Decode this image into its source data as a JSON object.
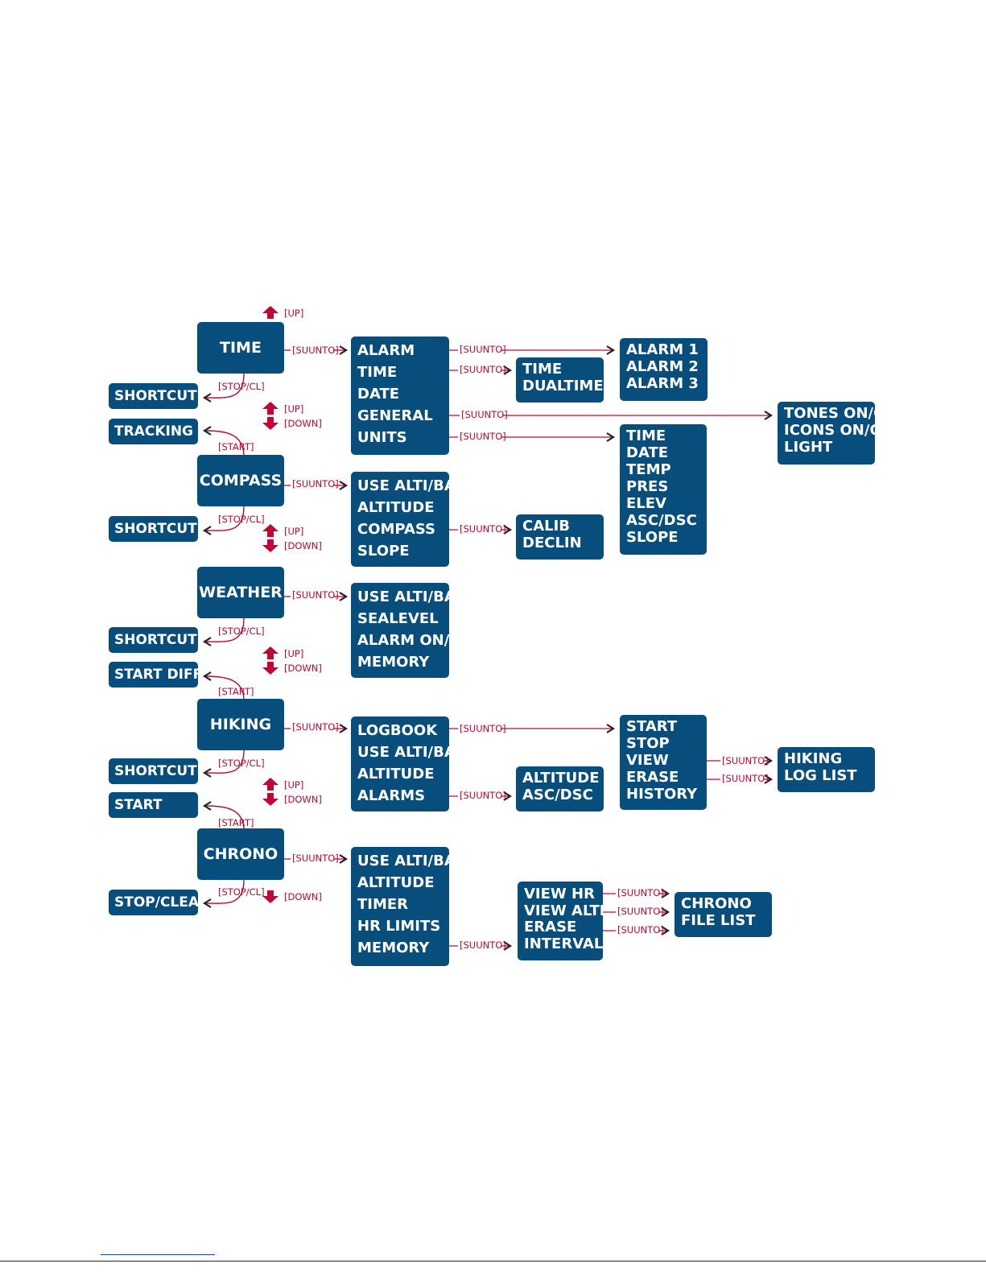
{
  "modes": [
    {
      "id": "time",
      "label": "TIME"
    },
    {
      "id": "compass",
      "label": "COMPASS"
    },
    {
      "id": "weather",
      "label": "WEATHER"
    },
    {
      "id": "hiking",
      "label": "HIKING"
    },
    {
      "id": "chrono",
      "label": "CHRONO"
    }
  ],
  "side_actions": [
    {
      "id": "time-shortcuts",
      "label": "SHORTCUTS"
    },
    {
      "id": "tracking",
      "label": "TRACKING"
    },
    {
      "id": "compass-shortcuts",
      "label": "SHORTCUTS"
    },
    {
      "id": "weather-shortcuts",
      "label": "SHORTCUTS"
    },
    {
      "id": "start-differ",
      "label": "START DIFFER"
    },
    {
      "id": "hiking-shortcuts",
      "label": "SHORTCUTS"
    },
    {
      "id": "hiking-start",
      "label": "START"
    },
    {
      "id": "stop-clear",
      "label": "STOP/CLEAR"
    }
  ],
  "menus": [
    {
      "id": "time-menu",
      "items": [
        "ALARM",
        "TIME",
        "DATE",
        "GENERAL",
        "UNITS"
      ]
    },
    {
      "id": "alarm-submenu",
      "items": [
        "ALARM 1",
        "ALARM 2",
        "ALARM 3"
      ]
    },
    {
      "id": "time-submenu",
      "items": [
        "TIME",
        "DUALTIME"
      ]
    },
    {
      "id": "general-submenu",
      "items": [
        "TONES ON/OFF",
        "ICONS ON/OFF",
        "LIGHT"
      ]
    },
    {
      "id": "units-submenu",
      "items": [
        "TIME",
        "DATE",
        "TEMP",
        "PRES",
        "ELEV",
        "ASC/DSC",
        "SLOPE"
      ]
    },
    {
      "id": "compass-menu",
      "items": [
        "USE ALTI/BARO",
        "ALTITUDE",
        "COMPASS",
        "SLOPE"
      ]
    },
    {
      "id": "compass-submenu",
      "items": [
        "CALIB",
        "DECLIN"
      ]
    },
    {
      "id": "weather-menu",
      "items": [
        "USE ALTI/BARO",
        "SEALEVEL",
        "ALARM ON/OFF",
        "MEMORY"
      ]
    },
    {
      "id": "hiking-menu",
      "items": [
        "LOGBOOK",
        "USE ALTI/BARO",
        "ALTITUDE",
        "ALARMS"
      ]
    },
    {
      "id": "logbook-submenu",
      "items": [
        "START",
        "STOP",
        "VIEW",
        "ERASE",
        "HISTORY"
      ]
    },
    {
      "id": "alarms-submenu",
      "items": [
        "ALTITUDE",
        "ASC/DSC"
      ]
    },
    {
      "id": "hiking-loglist",
      "items": [
        "HIKING",
        "LOG LIST"
      ]
    },
    {
      "id": "chrono-menu",
      "items": [
        "USE ALTI/BARO",
        "ALTITUDE",
        "TIMER",
        "HR LIMITS",
        "MEMORY"
      ]
    },
    {
      "id": "memory-submenu",
      "items": [
        "VIEW HR",
        "VIEW ALTI",
        "ERASE",
        "INTERVAL"
      ]
    },
    {
      "id": "chrono-filelist",
      "items": [
        "CHRONO",
        "FILE LIST"
      ]
    }
  ],
  "button_labels": {
    "suunto": "[SUUNTO]",
    "stop_cl": "[STOP/CL]",
    "start": "[START]",
    "up": "[UP]",
    "down": "[DOWN]"
  },
  "colors": {
    "box": "#084e7d",
    "box_text": "#ffffff",
    "connector": "#c00733",
    "arrowhead": "#222222"
  }
}
